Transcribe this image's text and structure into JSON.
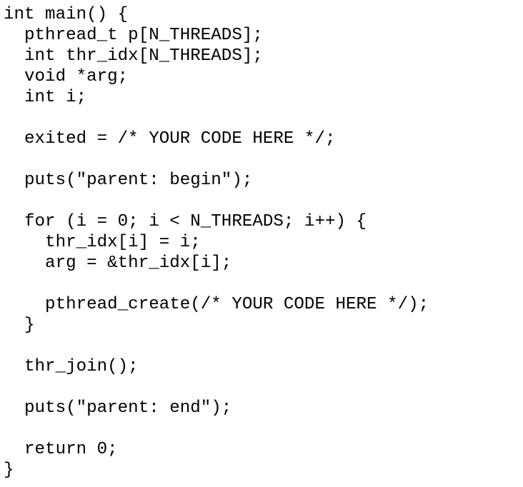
{
  "code": {
    "lines": [
      "int main() {",
      "  pthread_t p[N_THREADS];",
      "  int thr_idx[N_THREADS];",
      "  void *arg;",
      "  int i;",
      "",
      "  exited = /* YOUR CODE HERE */;",
      "",
      "  puts(\"parent: begin\");",
      "",
      "  for (i = 0; i < N_THREADS; i++) {",
      "    thr_idx[i] = i;",
      "    arg = &thr_idx[i];",
      "",
      "    pthread_create(/* YOUR CODE HERE */);",
      "  }",
      "",
      "  thr_join();",
      "",
      "  puts(\"parent: end\");",
      "",
      "  return 0;",
      "}"
    ]
  }
}
